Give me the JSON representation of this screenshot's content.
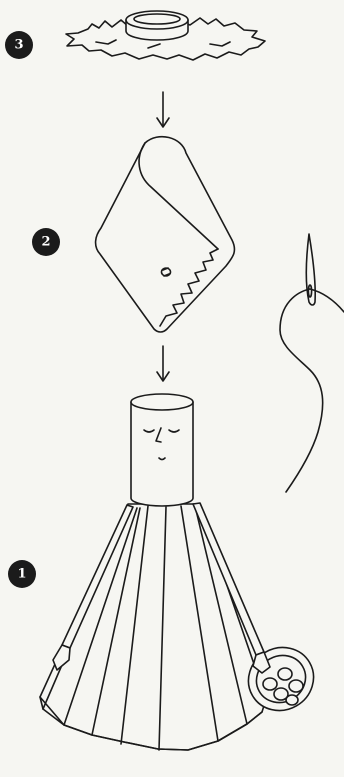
{
  "steps": [
    {
      "label": "3"
    },
    {
      "label": "2"
    },
    {
      "label": "1"
    }
  ],
  "colors": {
    "ink": "#1b1b1b",
    "paper": "#f6f6f2",
    "badge": "#1b1b1b",
    "badge_text": "#ffffff"
  }
}
